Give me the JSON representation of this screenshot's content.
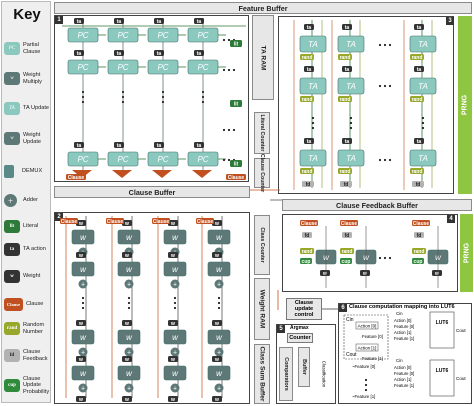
{
  "key": {
    "title": "Key",
    "items": [
      {
        "glyph": "PC",
        "label": "Partial Clause",
        "icon": "partial-clause-icon"
      },
      {
        "glyph": "w",
        "label": "Weight Multiply",
        "icon": "weight-multiply-icon"
      },
      {
        "glyph": "TA",
        "label": "TA Update",
        "icon": "ta-update-icon"
      },
      {
        "glyph": "w",
        "label": "Weight Update",
        "icon": "weight-update-icon"
      },
      {
        "glyph": "",
        "label": "DEMUX",
        "icon": "demux-icon"
      },
      {
        "glyph": "+",
        "label": "Adder",
        "icon": "adder-icon"
      },
      {
        "glyph": "lit",
        "label": "Literal",
        "icon": "literal-icon"
      },
      {
        "glyph": "ta",
        "label": "TA action",
        "icon": "ta-action-icon"
      },
      {
        "glyph": "w",
        "label": "Weight",
        "icon": "weight-icon"
      },
      {
        "glyph": "Clause",
        "label": "Clause",
        "icon": "clause-icon"
      },
      {
        "glyph": "rand",
        "label": "Random Number",
        "icon": "random-number-icon"
      },
      {
        "glyph": "fd",
        "label": "Clause Feedback",
        "icon": "clause-feedback-icon"
      },
      {
        "glyph": "cup",
        "label": "Clause Update Probability",
        "icon": "clause-update-probability-icon"
      }
    ]
  },
  "blocks": {
    "feature_buffer": "Feature Buffer",
    "clause_buffer": "Clause Buffer",
    "clause_feedback_buffer": "Clause Feedback Buffer",
    "ta_ram": "TA RAM",
    "weight_ram": "Weight RAM",
    "class_sum_buffer": "Class Sum Buffer",
    "prng": "PRNG",
    "literal_counter": "Literal Counter",
    "clause_counter": "Clause Counter",
    "class_counter": "Class Counter",
    "clause_update_control": "Clause update control",
    "argmax": "Argmax",
    "counter": "Counter",
    "comparators": "Comparators",
    "buffer": "Buffer",
    "classification": "Classification"
  },
  "section_numbers": [
    "1",
    "2",
    "3",
    "4",
    "5",
    "6"
  ],
  "tags": {
    "ta": "ta",
    "lit": "lit",
    "w": "w",
    "rand": "rand",
    "fd": "fd",
    "cup": "cup",
    "clause": "Clause"
  },
  "lut": {
    "title": "Clause computation mapping into LUT6",
    "lut_label": "LUT6",
    "cin": "Cin",
    "cout": "Cout",
    "action0": "Action [0]",
    "action1": "Action [1]",
    "feature0": "Feature [0]",
    "feature1": "Feature [1]",
    "neg_feature0": "~Feature [0]",
    "neg_feature1": "~Feature [1]",
    "inputs": [
      "Cin",
      "Action [0]",
      "Feature [0]",
      "Action [1]",
      "Feature [1]"
    ]
  },
  "colors": {
    "teal": "#8bc8be",
    "dark_teal": "#5d7876",
    "orange": "#c0501f",
    "lime": "#98a82a",
    "green": "#2e7a38",
    "prng": "#8fc641"
  }
}
